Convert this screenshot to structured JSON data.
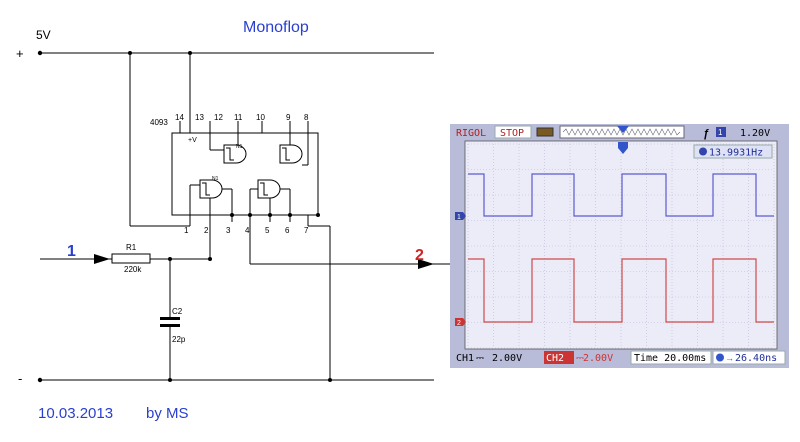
{
  "title": "Monoflop",
  "supply": {
    "voltage": "5V",
    "plus": "+",
    "minus": "-"
  },
  "footer": {
    "date": "10.03.2013",
    "author": "by MS"
  },
  "ic": {
    "name": "4093",
    "vcc_label": "+V",
    "gate_label": "N1",
    "top_pins": [
      "14",
      "13",
      "12",
      "11",
      "10",
      "9",
      "8"
    ],
    "bottom_pins": [
      "1",
      "2",
      "3",
      "4",
      "5",
      "6",
      "7"
    ]
  },
  "components": {
    "r1": {
      "name": "R1",
      "value": "220k"
    },
    "c2": {
      "name": "C2",
      "value": "22p"
    }
  },
  "markers": {
    "input": "1",
    "output": "2"
  },
  "scope": {
    "brand": "RIGOL",
    "run_state": "STOP",
    "trigger_level": "1.20V",
    "trigger_channel": "1",
    "frequency": "13.9931Hz",
    "ch1_label": "CH1",
    "ch1_scale": "2.00V",
    "ch2_label": "CH2",
    "ch2_scale": "2.00V",
    "timebase": "Time 20.00ms",
    "delay": "26.40ns",
    "ch1_marker": "1",
    "ch2_marker": "2",
    "ch1_color": "#5b5bd0",
    "ch2_color": "#d04a4a",
    "screen_color": "#ecebf8",
    "frame_color": "#b9bcd9"
  }
}
